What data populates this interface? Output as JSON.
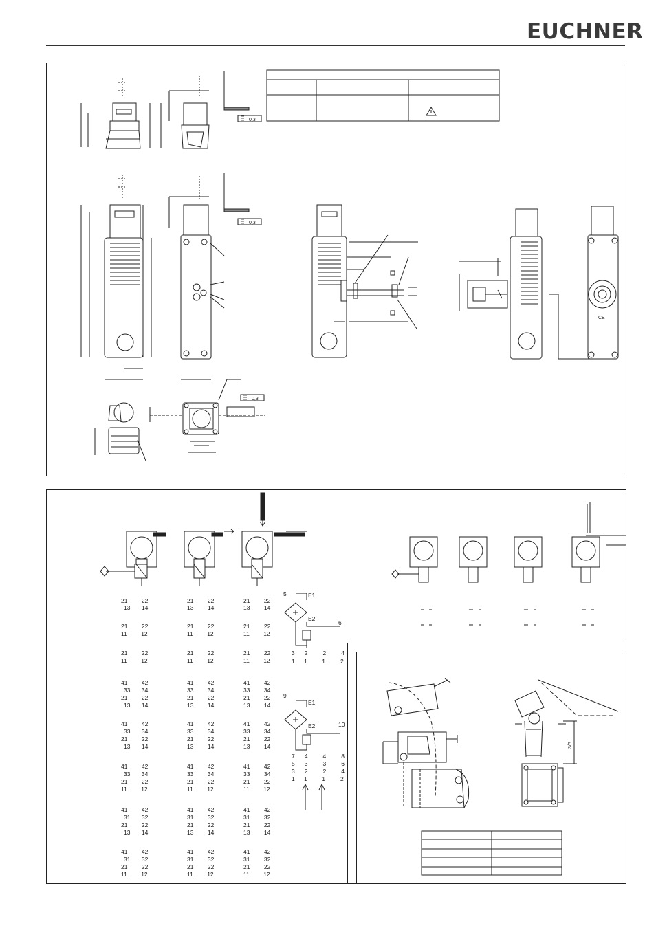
{
  "header": {
    "brand": "EUCHNER"
  },
  "drawings": {
    "tolerance_labels": [
      "0,3",
      "0,3",
      "0,3"
    ],
    "ce_mark": "CE"
  },
  "switching": {
    "contact_rows": [
      [
        "21",
        "22",
        "13",
        "14"
      ],
      [
        "21",
        "22",
        "11",
        "12"
      ],
      [
        "21",
        "22",
        "11",
        "12"
      ],
      [
        "41",
        "42",
        "33",
        "34",
        "21",
        "22",
        "13",
        "14"
      ],
      [
        "41",
        "42",
        "33",
        "34",
        "21",
        "22",
        "13",
        "14"
      ],
      [
        "41",
        "42",
        "33",
        "34",
        "21",
        "22",
        "11",
        "12"
      ],
      [
        "41",
        "42",
        "31",
        "32",
        "21",
        "22",
        "13",
        "14"
      ],
      [
        "41",
        "42",
        "31",
        "32",
        "21",
        "22",
        "11",
        "12"
      ]
    ],
    "coil_1": {
      "top": "5",
      "e1": "E1",
      "e2": "E2",
      "out": "6",
      "contacts": [
        [
          "3",
          "2",
          "2",
          "4"
        ],
        [
          "1",
          "1",
          "1",
          "2"
        ]
      ]
    },
    "coil_2": {
      "top": "9",
      "e1": "E1",
      "e2": "E2",
      "out": "10",
      "contacts": [
        [
          "7",
          "4",
          "4",
          "8"
        ],
        [
          "5",
          "3",
          "3",
          "6"
        ],
        [
          "3",
          "2",
          "2",
          "4"
        ],
        [
          "1",
          "1",
          "1",
          "2"
        ]
      ]
    }
  },
  "mounting": {
    "dimension": "3/5"
  }
}
